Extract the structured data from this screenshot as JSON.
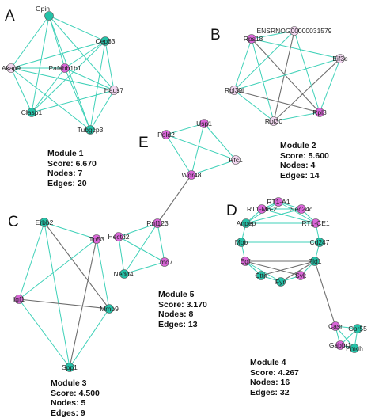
{
  "colors": {
    "edge": "#3fd1b8",
    "edge_dark": "#6e6e6e",
    "teal": "#24c2a8",
    "magenta": "#d966d8",
    "light": "#f2d6f0",
    "node_stroke": "#555555"
  },
  "modules": [
    {
      "panel": "A",
      "title": "Module 1",
      "score": "Score: 6.670",
      "nodes_count": "Nodes: 7",
      "edges_count": "Edges: 20",
      "nodes": [
        {
          "label": "Gpin",
          "color": "teal"
        },
        {
          "label": "Cep63",
          "color": "teal"
        },
        {
          "label": "Akap9",
          "color": "light"
        },
        {
          "label": "Pafahb1b1",
          "color": "magenta"
        },
        {
          "label": "Haus7",
          "color": "light"
        },
        {
          "label": "Clasp1",
          "color": "teal"
        },
        {
          "label": "Tubgcp3",
          "color": "teal"
        }
      ]
    },
    {
      "panel": "B",
      "title": "Module 2",
      "score": "Score: 5.600",
      "nodes_count": "Nodes: 4",
      "edges_count": "Edges: 14",
      "nodes": [
        {
          "label": "ENSRNOG00000031579",
          "color": "light"
        },
        {
          "label": "Rps18",
          "color": "magenta"
        },
        {
          "label": "Eif3e",
          "color": "light"
        },
        {
          "label": "Rpl39l",
          "color": "light"
        },
        {
          "label": "Rpl30",
          "color": "light"
        },
        {
          "label": "Rpl3",
          "color": "magenta"
        }
      ]
    },
    {
      "panel": "C",
      "title": "Module 3",
      "score": "Score: 4.500",
      "nodes_count": "Nodes: 5",
      "edges_count": "Edges: 9",
      "nodes": [
        {
          "label": "Erbb2",
          "color": "teal"
        },
        {
          "label": "Tp53",
          "color": "magenta"
        },
        {
          "label": "Igf1",
          "color": "magenta"
        },
        {
          "label": "Mmp9",
          "color": "teal"
        },
        {
          "label": "Spp1",
          "color": "teal"
        }
      ]
    },
    {
      "panel": "D",
      "title": "Module 4",
      "score": "Score: 4.267",
      "nodes_count": "Nodes: 16",
      "edges_count": "Edges: 32",
      "nodes": [
        {
          "label": "RT1-A1",
          "color": "magenta"
        },
        {
          "label": "RT1-M6-2",
          "color": "magenta"
        },
        {
          "label": "Sec24c",
          "color": "magenta"
        },
        {
          "label": "Anpep",
          "color": "teal"
        },
        {
          "label": "RT1-CE1",
          "color": "magenta"
        },
        {
          "label": "Mpo",
          "color": "teal"
        },
        {
          "label": "Cd247",
          "color": "teal"
        },
        {
          "label": "Egf",
          "color": "magenta"
        },
        {
          "label": "Pld1",
          "color": "teal"
        },
        {
          "label": "Cttn",
          "color": "teal"
        },
        {
          "label": "Fyn",
          "color": "teal"
        },
        {
          "label": "Syk",
          "color": "magenta"
        },
        {
          "label": "Casr",
          "color": "magenta"
        },
        {
          "label": "Gpr55",
          "color": "teal"
        },
        {
          "label": "Gabbr1",
          "color": "magenta"
        },
        {
          "label": "Pmch",
          "color": "teal"
        }
      ]
    },
    {
      "panel": "E",
      "title": "Module 5",
      "score": "Score: 3.170",
      "nodes_count": "Nodes: 8",
      "edges_count": "Edges: 13",
      "nodes": [
        {
          "label": "Usp1",
          "color": "magenta"
        },
        {
          "label": "Pold2",
          "color": "magenta"
        },
        {
          "label": "Rfc1",
          "color": "light"
        },
        {
          "label": "Wdr48",
          "color": "magenta"
        },
        {
          "label": "Rnf123",
          "color": "magenta"
        },
        {
          "label": "Hectd2",
          "color": "magenta"
        },
        {
          "label": "Nedd4l",
          "color": "teal"
        },
        {
          "label": "Lmo7",
          "color": "magenta"
        }
      ]
    }
  ]
}
